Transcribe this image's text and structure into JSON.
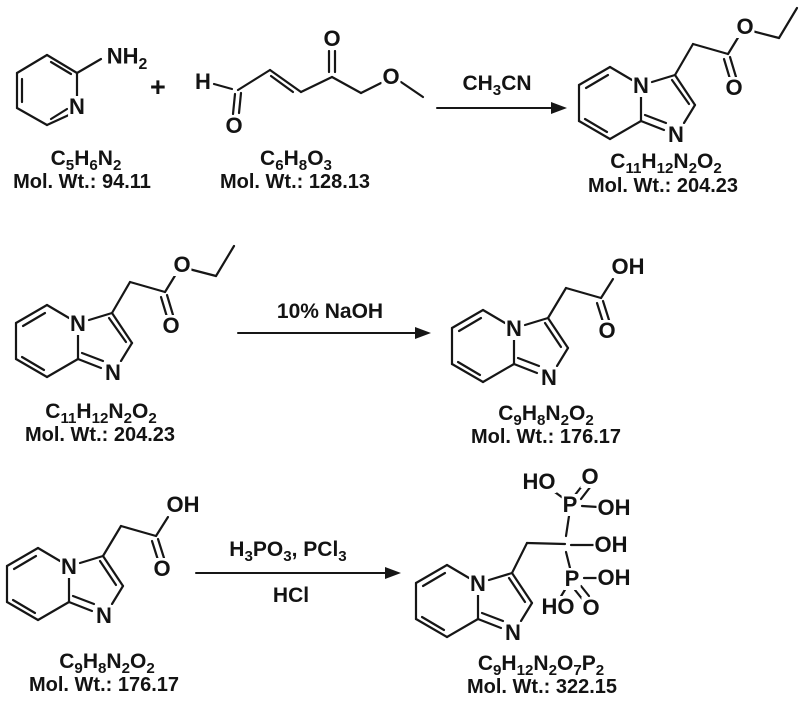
{
  "compounds": {
    "aminopyridine": {
      "formula": "C5H6N2",
      "mol_wt": "Mol. Wt.: 94.11"
    },
    "methoxy_enal": {
      "formula": "C6H8O3",
      "mol_wt": "Mol. Wt.: 128.13"
    },
    "ester": {
      "formula": "C11H12N2O2",
      "mol_wt": "Mol. Wt.: 204.23"
    },
    "acid": {
      "formula": "C9H8N2O2",
      "mol_wt": "Mol. Wt.: 176.17"
    },
    "bisphosphonate": {
      "formula": "C9H12N2O7P2",
      "mol_wt": "Mol. Wt.: 322.15"
    }
  },
  "reagents": {
    "step1_above": "CH3CN",
    "step2_above": "10% NaOH",
    "step3_above": "H3PO3, PCl3",
    "step3_below": "HCl"
  },
  "operators": {
    "plus": "+"
  },
  "atoms": {
    "n": "N",
    "o": "O",
    "h": "H",
    "p": "P",
    "oh": "OH",
    "ho": "HO",
    "nh2": "NH2"
  },
  "colors": {
    "ink": "#161616",
    "background": "#ffffff"
  }
}
